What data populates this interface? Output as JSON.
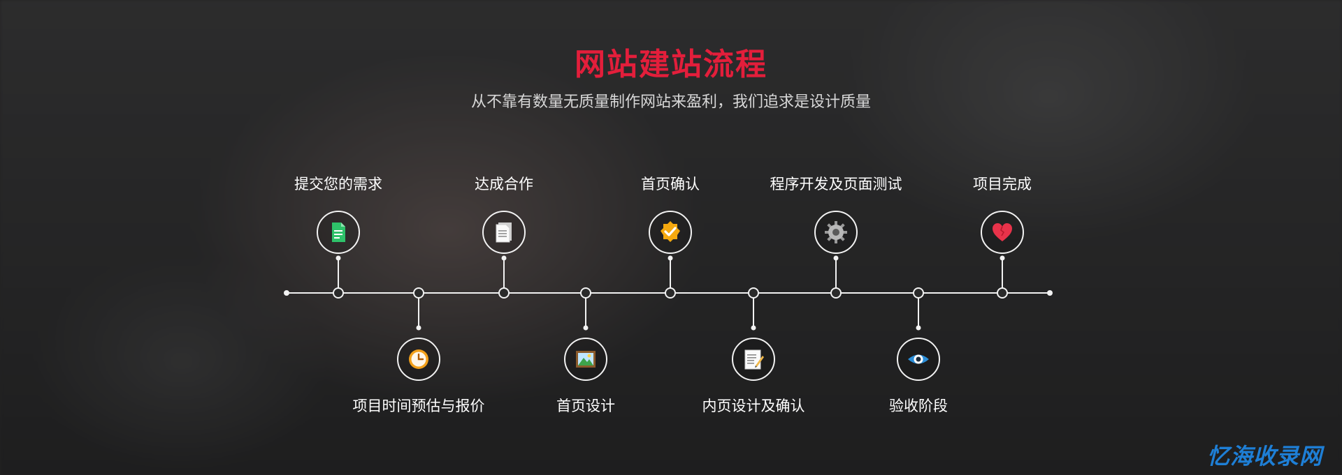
{
  "header": {
    "title": "网站建站流程",
    "subtitle": "从不靠有数量无质量制作网站来盈利，我们追求是设计质量"
  },
  "steps": [
    {
      "label": "提交您的需求",
      "icon": "document-icon",
      "position": "top"
    },
    {
      "label": "项目时间预估与报价",
      "icon": "clock-icon",
      "position": "bottom"
    },
    {
      "label": "达成合作",
      "icon": "paper-icon",
      "position": "top"
    },
    {
      "label": "首页设计",
      "icon": "picture-icon",
      "position": "bottom"
    },
    {
      "label": "首页确认",
      "icon": "check-badge-icon",
      "position": "top"
    },
    {
      "label": "内页设计及确认",
      "icon": "notepad-icon",
      "position": "bottom"
    },
    {
      "label": "程序开发及页面测试",
      "icon": "gear-icon",
      "position": "top"
    },
    {
      "label": "验收阶段",
      "icon": "eye-icon",
      "position": "bottom"
    },
    {
      "label": "项目完成",
      "icon": "heart-icon",
      "position": "top"
    }
  ],
  "watermark": {
    "text": "忆海收录网"
  },
  "colors": {
    "accent": "#e31e3b",
    "line": "#f2f2f2",
    "watermark": "#1e7fd6"
  }
}
